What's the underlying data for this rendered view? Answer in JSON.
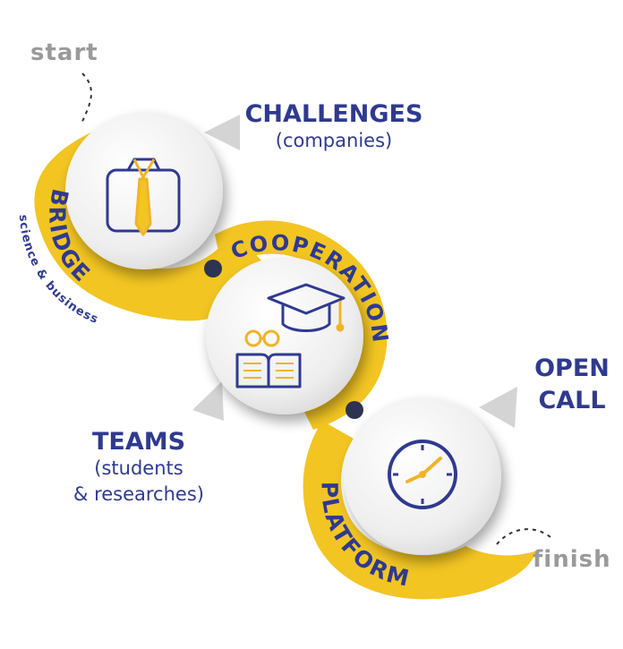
{
  "labels": {
    "start": "start",
    "finish": "finish",
    "challenges": "CHALLENGES",
    "challenges_sub": "(companies)",
    "open_call_1": "OPEN",
    "open_call_2": "CALL",
    "teams": "TEAMS",
    "teams_sub_1": "(students",
    "teams_sub_2": "& researches)",
    "bridge": "BRIDGE",
    "bridge_sub": "science & business",
    "cooperation": "COOPERATION",
    "platform": "PLATFORM"
  },
  "icons": [
    "shirt-tie-icon",
    "graduation-cap-icon",
    "glasses-icon",
    "open-book-icon",
    "clock-icon"
  ],
  "colors": {
    "ribbon": "#f2c522",
    "navy": "#2f3a8f",
    "grey": "#9a9a9a",
    "accent": "#f0b429"
  }
}
